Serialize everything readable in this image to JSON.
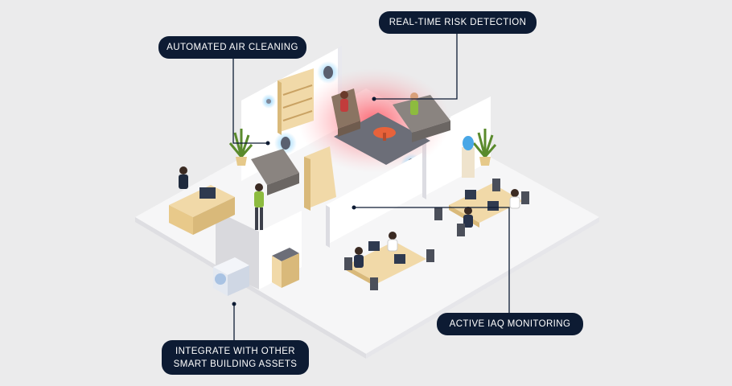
{
  "callouts": {
    "air_cleaning": "AUTOMATED AIR CLEANING",
    "risk_detection": "REAL-TIME RISK DETECTION",
    "iaq_monitoring": "ACTIVE IAQ MONITORING",
    "integrate_line1": "INTEGRATE WITH OTHER",
    "integrate_line2": "SMART BUILDING ASSETS"
  },
  "colors": {
    "background": "#ebebec",
    "label_bg": "#0d1b33",
    "label_text": "#ffffff",
    "risk_glow": "#ff4d5a",
    "sensor_glow": "#8fd3ff"
  }
}
